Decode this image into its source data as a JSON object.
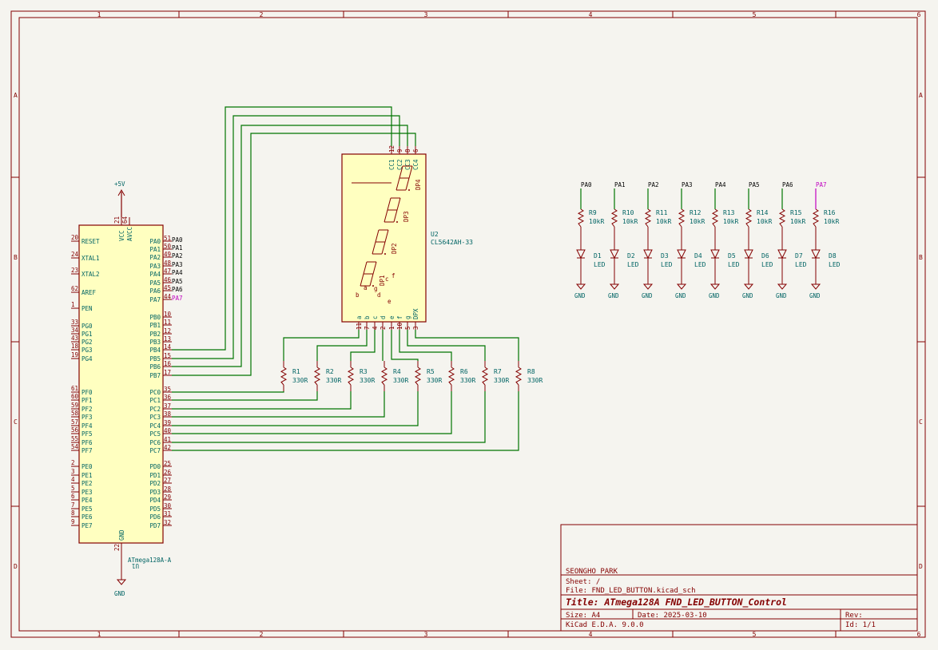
{
  "frame": {
    "cols": [
      "1",
      "2",
      "3",
      "4",
      "5",
      "6"
    ],
    "rows": [
      "A",
      "B",
      "C",
      "D"
    ]
  },
  "power": {
    "vcc": "+5V",
    "gnd": "GND"
  },
  "mcu": {
    "ref": "U1",
    "value": "ATmega128A-A",
    "left_pins": [
      {
        "num": "20",
        "name": "RESET"
      },
      {
        "num": "24",
        "name": "XTAL1"
      },
      {
        "num": "23",
        "name": "XTAL2"
      },
      {
        "num": "62",
        "name": "AREF"
      },
      {
        "num": "1",
        "name": "PEN"
      },
      {
        "num": "33",
        "name": "PG0"
      },
      {
        "num": "34",
        "name": "PG1"
      },
      {
        "num": "43",
        "name": "PG2"
      },
      {
        "num": "18",
        "name": "PG3"
      },
      {
        "num": "19",
        "name": "PG4"
      },
      {
        "num": "61",
        "name": "PF0"
      },
      {
        "num": "60",
        "name": "PF1"
      },
      {
        "num": "59",
        "name": "PF2"
      },
      {
        "num": "58",
        "name": "PF3"
      },
      {
        "num": "57",
        "name": "PF4"
      },
      {
        "num": "56",
        "name": "PF5"
      },
      {
        "num": "55",
        "name": "PF6"
      },
      {
        "num": "54",
        "name": "PF7"
      },
      {
        "num": "2",
        "name": "PE0"
      },
      {
        "num": "3",
        "name": "PE1"
      },
      {
        "num": "4",
        "name": "PE2"
      },
      {
        "num": "5",
        "name": "PE3"
      },
      {
        "num": "6",
        "name": "PE4"
      },
      {
        "num": "7",
        "name": "PE5"
      },
      {
        "num": "8",
        "name": "PE6"
      },
      {
        "num": "9",
        "name": "PE7"
      }
    ],
    "right_pins": [
      {
        "num": "51",
        "name": "PA0",
        "net": "PA0"
      },
      {
        "num": "50",
        "name": "PA1",
        "net": "PA1"
      },
      {
        "num": "49",
        "name": "PA2",
        "net": "PA2"
      },
      {
        "num": "48",
        "name": "PA3",
        "net": "PA3"
      },
      {
        "num": "47",
        "name": "PA4",
        "net": "PA4"
      },
      {
        "num": "46",
        "name": "PA5",
        "net": "PA5"
      },
      {
        "num": "45",
        "name": "PA6",
        "net": "PA6"
      },
      {
        "num": "44",
        "name": "PA7",
        "net": "PA7"
      },
      {
        "num": "10",
        "name": "PB0"
      },
      {
        "num": "11",
        "name": "PB1"
      },
      {
        "num": "12",
        "name": "PB2"
      },
      {
        "num": "13",
        "name": "PB3"
      },
      {
        "num": "14",
        "name": "PB4"
      },
      {
        "num": "15",
        "name": "PB5"
      },
      {
        "num": "16",
        "name": "PB6"
      },
      {
        "num": "17",
        "name": "PB7"
      },
      {
        "num": "35",
        "name": "PC0"
      },
      {
        "num": "36",
        "name": "PC1"
      },
      {
        "num": "37",
        "name": "PC2"
      },
      {
        "num": "38",
        "name": "PC3"
      },
      {
        "num": "39",
        "name": "PC4"
      },
      {
        "num": "40",
        "name": "PC5"
      },
      {
        "num": "41",
        "name": "PC6"
      },
      {
        "num": "42",
        "name": "PC7"
      },
      {
        "num": "25",
        "name": "PD0"
      },
      {
        "num": "26",
        "name": "PD1"
      },
      {
        "num": "27",
        "name": "PD2"
      },
      {
        "num": "28",
        "name": "PD3"
      },
      {
        "num": "29",
        "name": "PD4"
      },
      {
        "num": "30",
        "name": "PD5"
      },
      {
        "num": "31",
        "name": "PD6"
      },
      {
        "num": "32",
        "name": "PD7"
      }
    ],
    "top_pins": [
      {
        "num": "21",
        "name": "VCC"
      },
      {
        "num": "64",
        "name": "AVCC"
      }
    ],
    "bottom_pin": {
      "num": "22",
      "name": "GND"
    }
  },
  "display": {
    "ref": "U2",
    "value": "CL5642AH-33",
    "top_pins": [
      {
        "num": "12",
        "name": "CC1"
      },
      {
        "num": "9",
        "name": "CC2"
      },
      {
        "num": "8",
        "name": "CC3"
      },
      {
        "num": "6",
        "name": "CC4"
      }
    ],
    "bottom_pins": [
      {
        "num": "11",
        "name": "a"
      },
      {
        "num": "7",
        "name": "b"
      },
      {
        "num": "4",
        "name": "c"
      },
      {
        "num": "2",
        "name": "d"
      },
      {
        "num": "1",
        "name": "e"
      },
      {
        "num": "10",
        "name": "f"
      },
      {
        "num": "5",
        "name": "g"
      },
      {
        "num": "3",
        "name": "DPX"
      }
    ],
    "digit_labels": [
      "DP1",
      "DP2",
      "DP3",
      "DP4"
    ],
    "seg_letters": [
      "a",
      "b",
      "c",
      "d",
      "e",
      "f",
      "g"
    ]
  },
  "segment_resistors": [
    {
      "ref": "R1",
      "value": "330R"
    },
    {
      "ref": "R2",
      "value": "330R"
    },
    {
      "ref": "R3",
      "value": "330R"
    },
    {
      "ref": "R4",
      "value": "330R"
    },
    {
      "ref": "R5",
      "value": "330R"
    },
    {
      "ref": "R6",
      "value": "330R"
    },
    {
      "ref": "R7",
      "value": "330R"
    },
    {
      "ref": "R8",
      "value": "330R"
    }
  ],
  "led_channels": [
    {
      "net": "PA0",
      "r_ref": "R9",
      "r_val": "10kR",
      "d_ref": "D1",
      "d_val": "LED"
    },
    {
      "net": "PA1",
      "r_ref": "R10",
      "r_val": "10kR",
      "d_ref": "D2",
      "d_val": "LED"
    },
    {
      "net": "PA2",
      "r_ref": "R11",
      "r_val": "10kR",
      "d_ref": "D3",
      "d_val": "LED"
    },
    {
      "net": "PA3",
      "r_ref": "R12",
      "r_val": "10kR",
      "d_ref": "D4",
      "d_val": "LED"
    },
    {
      "net": "PA4",
      "r_ref": "R13",
      "r_val": "10kR",
      "d_ref": "D5",
      "d_val": "LED"
    },
    {
      "net": "PA5",
      "r_ref": "R14",
      "r_val": "10kR",
      "d_ref": "D6",
      "d_val": "LED"
    },
    {
      "net": "PA6",
      "r_ref": "R15",
      "r_val": "10kR",
      "d_ref": "D7",
      "d_val": "LED"
    },
    {
      "net": "PA7",
      "r_ref": "R16",
      "r_val": "10kR",
      "d_ref": "D8",
      "d_val": "LED"
    }
  ],
  "title_block": {
    "author": "SEONGHO PARK",
    "sheet": "Sheet: /",
    "file": "File: FND_LED_BUTTON.kicad_sch",
    "title": "Title: ATmega128A FND_LED_BUTTON_Control",
    "size": "Size: A4",
    "date": "Date: 2025-03-10",
    "rev": "Rev:",
    "tool": "KiCad E.D.A. 9.0.0",
    "id": "Id: 1/1"
  }
}
